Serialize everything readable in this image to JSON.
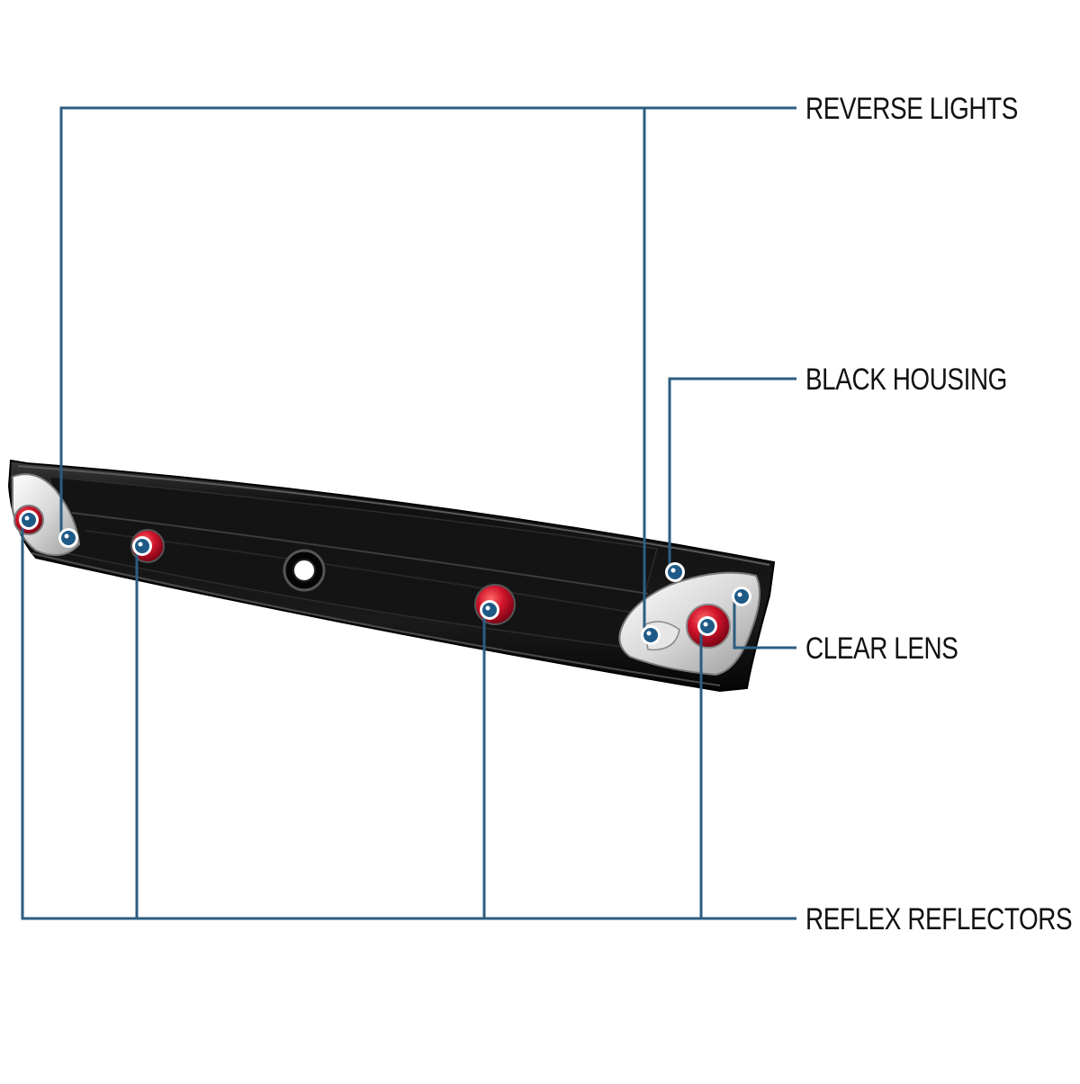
{
  "callouts": {
    "reverse_lights": "REVERSE LIGHTS",
    "black_housing": "BLACK HOUSING",
    "clear_lens": "CLEAR LENS",
    "reflex_reflectors": "REFLEX REFLECTORS"
  },
  "colors": {
    "leader_line": "#2d5d80",
    "marker_fill": "#1f5a87",
    "housing": "#0e0e0e",
    "reflector_red": "#c8102e",
    "label_text": "#111111"
  }
}
